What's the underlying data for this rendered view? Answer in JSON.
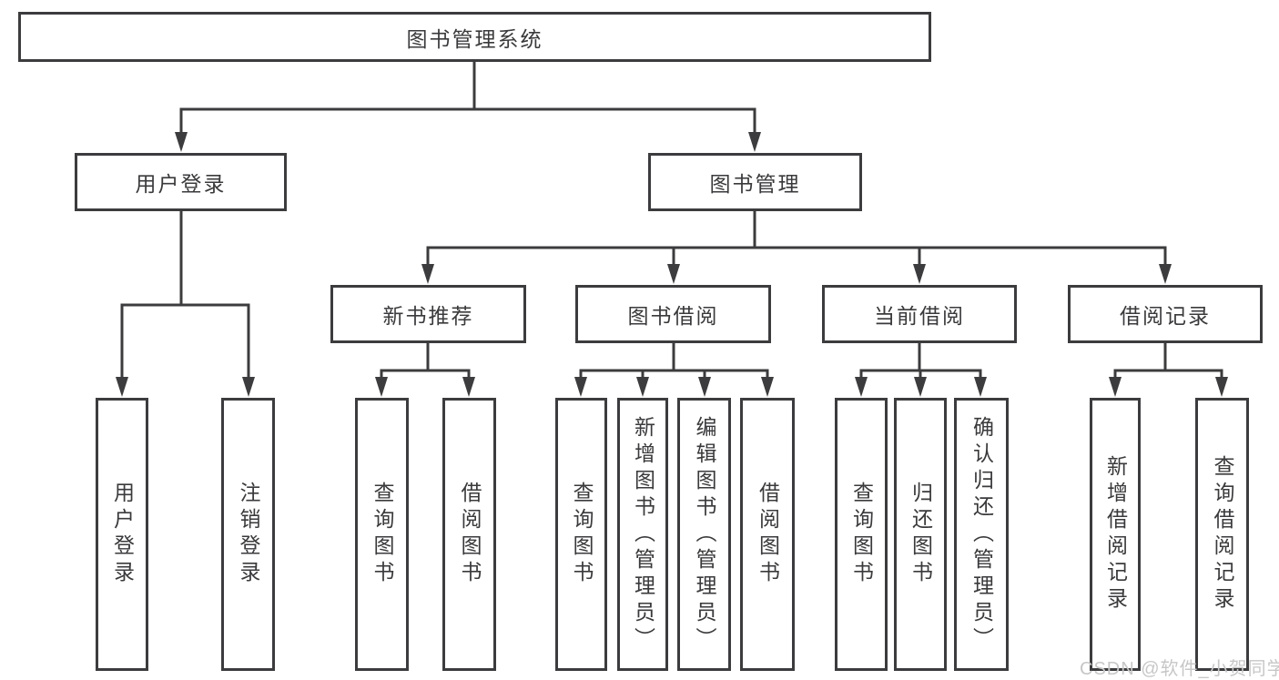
{
  "diagram_title": "图书管理系统",
  "colors": {
    "line": "#3c3c3e",
    "text": "#3a3a3c",
    "watermark": "#c7c7c7"
  },
  "nodes": {
    "root": "图书管理系统",
    "l2": [
      "用户登录",
      "图书管理"
    ],
    "login_children": [
      "用户登录",
      "注销登录"
    ],
    "l3": [
      "新书推荐",
      "图书借阅",
      "当前借阅",
      "借阅记录"
    ],
    "recommend_children": [
      "查询图书",
      "借阅图书"
    ],
    "borrow_children": [
      "查询图书",
      "新增图书（管理员）",
      "编辑图书（管理员）",
      "借阅图书"
    ],
    "current_children": [
      "查询图书",
      "归还图书",
      "确认归还（管理员）"
    ],
    "record_children": [
      "新增借阅记录",
      "查询借阅记录"
    ]
  },
  "watermark": {
    "text": "CSDN @软件_小贺同学"
  }
}
